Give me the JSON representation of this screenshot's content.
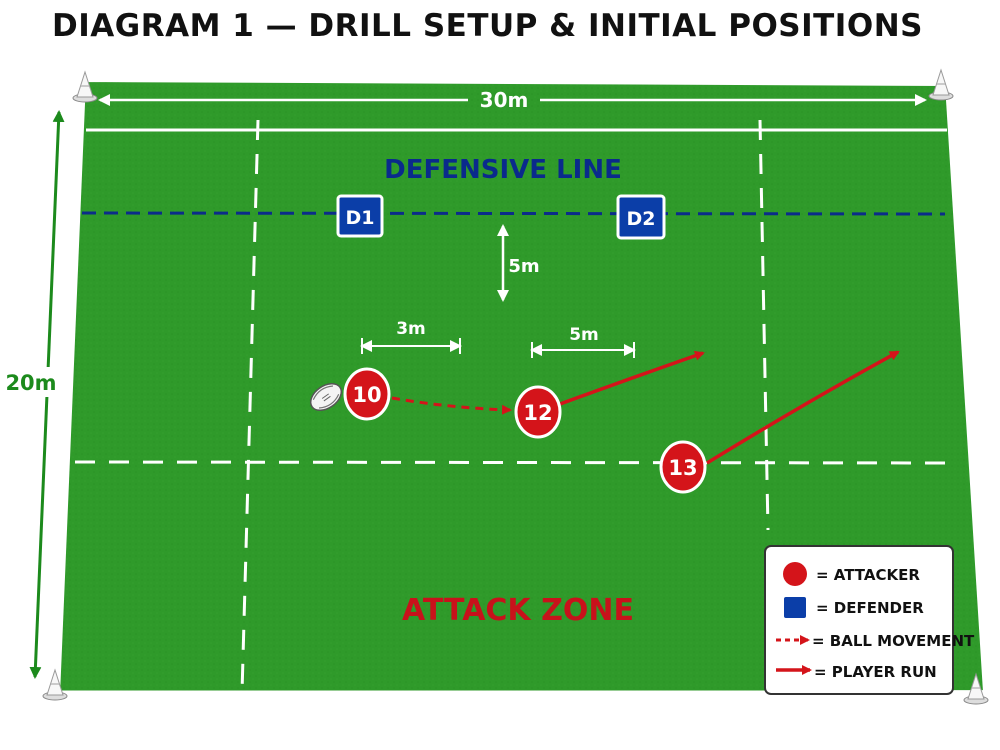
{
  "title": "DIAGRAM 1 — DRILL SETUP & INITIAL POSITIONS",
  "colors": {
    "field": "#2f9a2a",
    "attacker": "#d4141a",
    "defender": "#0b3ea8",
    "defensive_line_text": "#0a2a8c",
    "attack_zone_text": "#c8121b",
    "dimension_arrow": "#1c8a1c"
  },
  "dimensions": {
    "width_label": "30m",
    "length_label": "20m",
    "gap_defense_label": "5m",
    "spacing_10_12_label": "3m",
    "spacing_12_run_label": "5m"
  },
  "zones": {
    "defensive_line_label": "DEFENSIVE LINE",
    "attack_zone_label": "ATTACK ZONE"
  },
  "defenders": [
    {
      "id": "D1"
    },
    {
      "id": "D2"
    }
  ],
  "attackers": [
    {
      "number": "10",
      "has_ball": true
    },
    {
      "number": "12",
      "has_ball": false
    },
    {
      "number": "13",
      "has_ball": false
    }
  ],
  "legend": [
    {
      "symbol": "attacker",
      "label": "= ATTACKER"
    },
    {
      "symbol": "defender",
      "label": "= DEFENDER"
    },
    {
      "symbol": "ball-movement",
      "label": "= BALL MOVEMENT"
    },
    {
      "symbol": "player-run",
      "label": "= PLAYER RUN"
    }
  ],
  "equipment": {
    "cone_icon": "cone-icon",
    "ball_icon": "rugby-ball-icon"
  }
}
